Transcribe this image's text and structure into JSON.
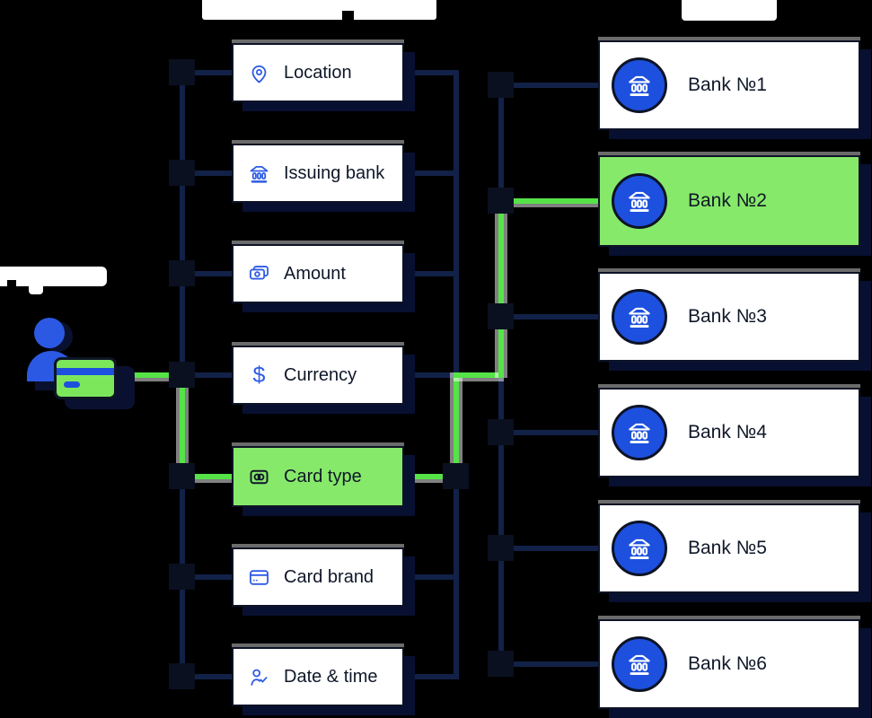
{
  "diagram": {
    "payment_source": {
      "illustration": "person-with-bank-card"
    },
    "parameters": [
      {
        "label": "Location",
        "icon": "location-pin-icon",
        "active": false
      },
      {
        "label": "Issuing bank",
        "icon": "bank-building-icon",
        "active": false
      },
      {
        "label": "Amount",
        "icon": "banknotes-icon",
        "active": false
      },
      {
        "label": "Currency",
        "icon": "dollar-icon",
        "active": false
      },
      {
        "label": "Card type",
        "icon": "card-circles-icon",
        "active": true
      },
      {
        "label": "Card brand",
        "icon": "credit-card-icon",
        "active": false
      },
      {
        "label": "Date & time",
        "icon": "user-check-icon",
        "active": false
      }
    ],
    "banks": [
      {
        "label": "Bank №1",
        "icon": "bank-building-icon",
        "active": false
      },
      {
        "label": "Bank №2",
        "icon": "bank-building-icon",
        "active": true
      },
      {
        "label": "Bank №3",
        "icon": "bank-building-icon",
        "active": false
      },
      {
        "label": "Bank №4",
        "icon": "bank-building-icon",
        "active": false
      },
      {
        "label": "Bank №5",
        "icon": "bank-building-icon",
        "active": false
      },
      {
        "label": "Bank №6",
        "icon": "bank-building-icon",
        "active": false
      }
    ],
    "active_path": [
      "payment",
      "Card type",
      "Bank №2"
    ],
    "currency_symbol": "$"
  },
  "colors": {
    "background": "#000000",
    "card_background": "#FFFFFF",
    "active_green_fill": "#87E96A",
    "green_line": "#55E348",
    "navy_line": "#122147",
    "card_border": "#0D1326",
    "navy_shadow": "#081031",
    "dot_blue": "#B7CBF4",
    "dot_green": "#5FE44F",
    "icon_blue": "#2E5BE5",
    "bank_circle_blue": "#1D50DE",
    "text_navy": "#0F1728"
  }
}
